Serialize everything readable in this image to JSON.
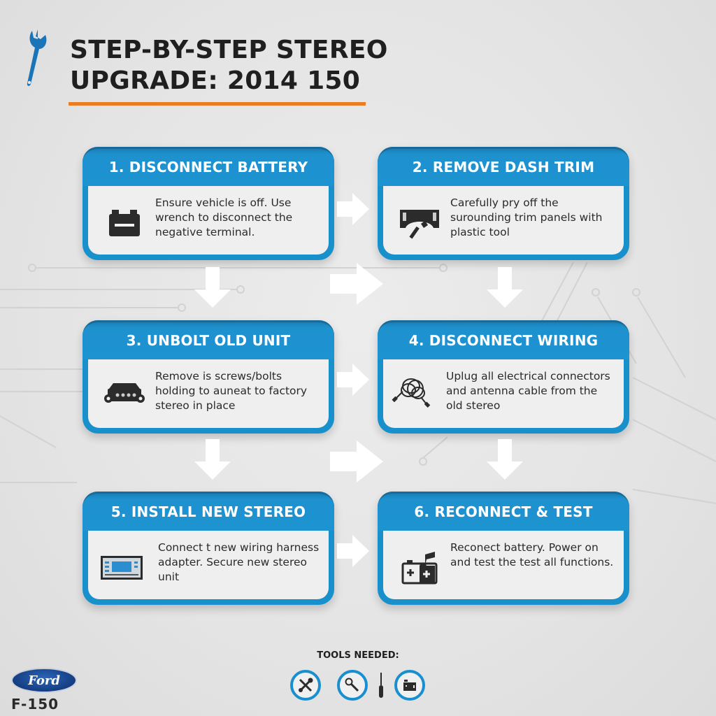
{
  "header": {
    "title_line1": "STEP-BY-STEP STEREO",
    "title_line2": "UPGRADE: 2014 150",
    "icon": "wrench-icon",
    "accent_color": "#ea7d24"
  },
  "steps": [
    {
      "number": 1,
      "title": "1. DISCONNECT BATTERY",
      "text": "Ensure vehicle is off. Use wrench to disconnect the negative terminal.",
      "icon": "battery-icon"
    },
    {
      "number": 2,
      "title": "2. REMOVE DASH TRIM",
      "text": "Carefully pry off the surounding trim panels with plastic tool",
      "icon": "dash-trim-pry-tool-icon"
    },
    {
      "number": 3,
      "title": "3. UNBOLT OLD UNIT",
      "text": "Remove is screws/bolts holding to auneat to factory stereo in place",
      "icon": "stereo-unit-bolts-icon"
    },
    {
      "number": 4,
      "title": "4. DISCONNECT WIRING",
      "text": "Uplug all electrical connectors and antenna cable from the old stereo",
      "icon": "wiring-cable-icon"
    },
    {
      "number": 5,
      "title": "5. INSTALL NEW STEREO",
      "text": "Connect t new wiring harness adapter. Secure new stereo unit",
      "icon": "new-stereo-icon"
    },
    {
      "number": 6,
      "title": "6. RECONNECT & TEST",
      "text": "Reconect battery. Power on and test the test all functions.",
      "icon": "battery-music-icon"
    }
  ],
  "tools": {
    "label": "TOOLS NEEDED:",
    "items": [
      "wrench-screwdriver-icon",
      "socket-wrench-icon",
      "screwdriver-icon",
      "trim-tool-icon"
    ]
  },
  "brand": {
    "logo_text": "Ford",
    "model": "F-150"
  },
  "colors": {
    "card_blue": "#1d93d1",
    "card_header_dark": "#176a99",
    "tool_ring": "#1a8fcf",
    "ford_blue": "#13377a"
  }
}
